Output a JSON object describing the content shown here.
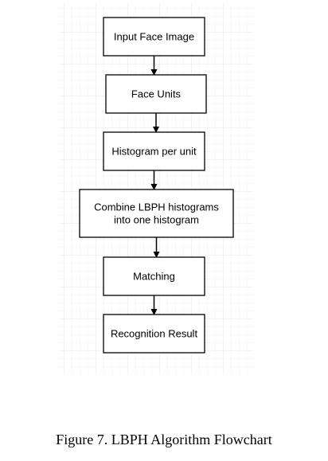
{
  "diagram": {
    "nodes": [
      {
        "id": "input",
        "lines": [
          "Input Face Image"
        ]
      },
      {
        "id": "units",
        "lines": [
          "Face Units"
        ]
      },
      {
        "id": "histogram",
        "lines": [
          "Histogram per unit"
        ]
      },
      {
        "id": "combine",
        "lines": [
          "Combine LBPH histograms",
          "into one histogram"
        ]
      },
      {
        "id": "matching",
        "lines": [
          "Matching"
        ]
      },
      {
        "id": "result",
        "lines": [
          "Recognition Result"
        ]
      }
    ],
    "edges": [
      {
        "from": "input",
        "to": "units"
      },
      {
        "from": "units",
        "to": "histogram"
      },
      {
        "from": "histogram",
        "to": "combine"
      },
      {
        "from": "combine",
        "to": "matching"
      },
      {
        "from": "matching",
        "to": "result"
      }
    ]
  },
  "caption": "Figure 7. LBPH Algorithm Flowchart",
  "colors": {
    "box_border": "#000000",
    "box_fill": "#ffffff",
    "arrow": "#000000",
    "grid": "#e6e6e6"
  }
}
